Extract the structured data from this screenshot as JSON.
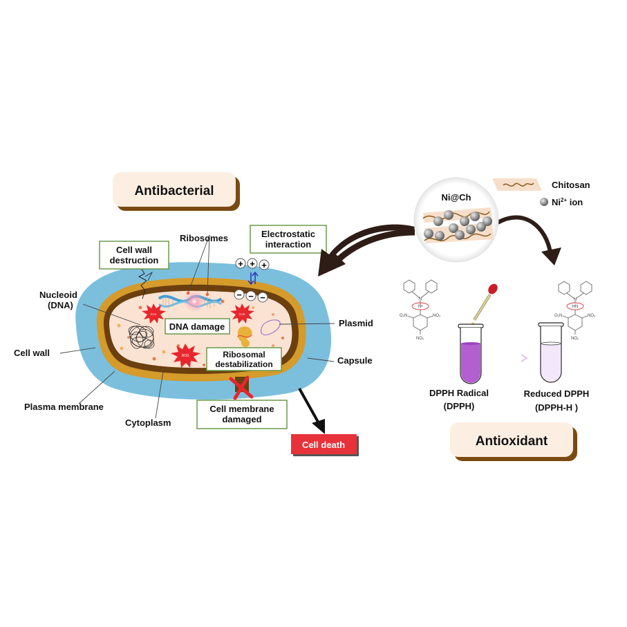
{
  "panels": {
    "antibacterial": {
      "title": "Antibacterial"
    },
    "antioxidant": {
      "title": "Antioxidant"
    }
  },
  "cell_labels": {
    "nucleoid": [
      "Nucleoid",
      "(DNA)"
    ],
    "cell_wall": "Cell wall",
    "plasma_membrane": "Plasma membrane",
    "cytoplasm": "Cytoplasm",
    "ribosomes": "Ribosomes",
    "plasmid": "Plasmid",
    "capsule": "Capsule"
  },
  "mechanism_boxes": {
    "cell_wall_destruction": [
      "Cell wall",
      "destruction"
    ],
    "electrostatic_interaction": [
      "Electrostatic",
      "interaction"
    ],
    "dna_damage": "DNA damage",
    "ribosomal_destabilization": [
      "Ribosomal",
      "destabilization"
    ],
    "cell_membrane_damaged": [
      "Cell membrane",
      "damaged"
    ],
    "cell_death": "Cell death"
  },
  "ros_label": "ROS",
  "charges": {
    "positive": "+",
    "negative": "−"
  },
  "nanocomposite": {
    "name": "Ni@Ch",
    "legend": [
      {
        "label": "Chitosan",
        "icon": "wavy-chain-icon"
      },
      {
        "label_main": "Ni",
        "label_sup": "2+",
        "label_rest": " ion",
        "icon": "sphere-icon"
      }
    ]
  },
  "dpph": {
    "radical": {
      "label": [
        "DPPH Radical",
        "(DPPH)"
      ],
      "center_atom": "N•"
    },
    "reduced": {
      "label": [
        "Reduced DPPH",
        "(DPPH-H )"
      ],
      "center_atom": "HN"
    },
    "amine_atom": "N",
    "nitro_groups": [
      "O₂N",
      "NO₂",
      "NO₂"
    ]
  },
  "colors": {
    "capsule": "#7bbfdd",
    "cell_wall": "#d59b2b",
    "plasma_membrane": "#6b3f0e",
    "cytoplasm": "#fbe3d3",
    "panel_bg": "#fcefe2",
    "panel_shadow": "#7a4a10",
    "box_border": "#6a9a4a",
    "ros": "#e8262d",
    "cell_death": "#e8323a",
    "arrow": "#2e1d16",
    "dpph_radical": "#b35fd0",
    "dpph_reduced": "#f3e8fb"
  }
}
